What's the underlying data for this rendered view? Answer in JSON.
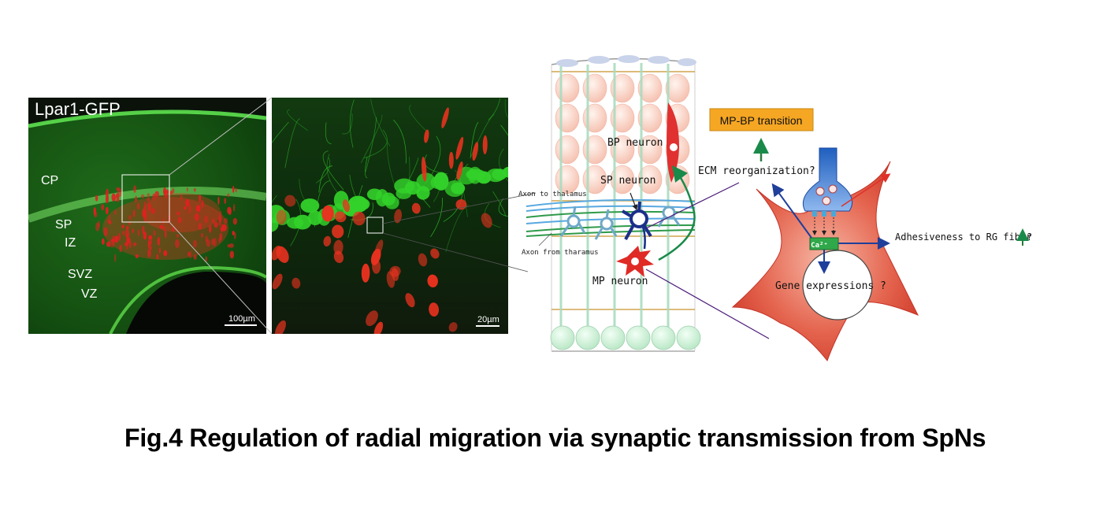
{
  "photo_left": {
    "title": "Lpar1-GFP",
    "layers": [
      "CP",
      "SP",
      "IZ",
      "SVZ",
      "VZ"
    ],
    "scale_bar": "100µm"
  },
  "photo_right": {
    "scale_bar": "20µm"
  },
  "schematic": {
    "axon_to_thalamus": "Axon to thalamus",
    "axon_from_thalamus": "Axon from tharamus",
    "bp_neuron": "BP neuron",
    "sp_neuron": "SP neuron",
    "mp_neuron": "MP neuron",
    "mp_bp_transition": "MP-BP transition",
    "ecm": "ECM reorganization?",
    "ca": "Ca²⁺",
    "adhesiveness": "Adhesiveness to RG fiber",
    "adhesiveness_q": "?",
    "gene_expressions": "Gene expressions ?"
  },
  "colors": {
    "gfp_green": "#2fbf2a",
    "neuron_red": "#e02020",
    "sp_blue": "#1b2f8a",
    "transition_box": "#f5a623",
    "arrow_green": "#2a7a3a",
    "arrow_blue": "#1f3f9a"
  },
  "caption": "Fig.4 Regulation of radial migration via synaptic transmission from SpNs"
}
